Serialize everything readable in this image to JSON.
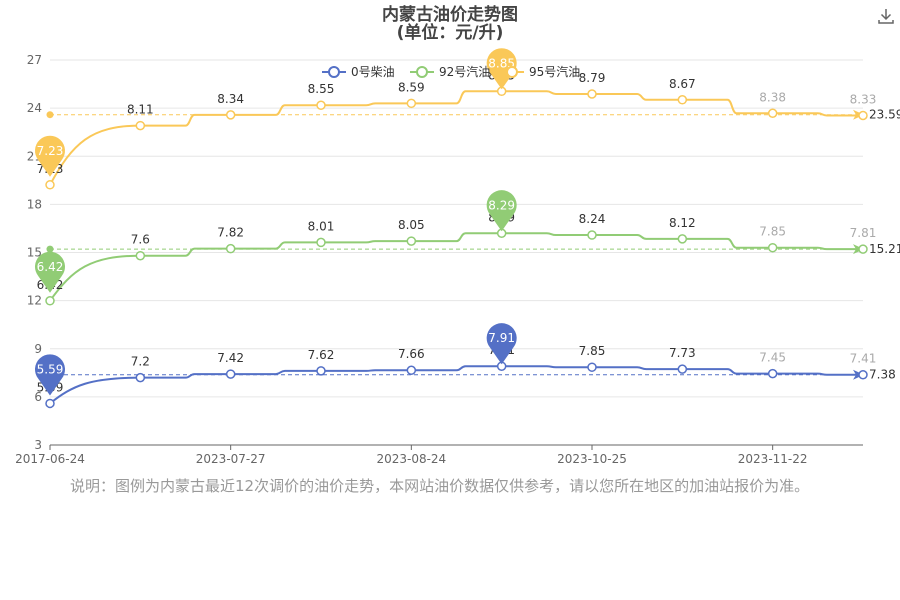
{
  "title_line1": "内蒙古油价走势图",
  "title_line2": "(单位：元/升)",
  "note": "说明：图例为内蒙古最近12次调价的油价走势，本网站油价数据仅供参考，请以您所在地区的加油站报价为准。",
  "download_icon": "download-icon",
  "chart_data": {
    "type": "line",
    "title": "内蒙古油价走势图",
    "subtitle": "(单位：元/升)",
    "ylim": [
      3,
      27
    ],
    "y_ticks": [
      3,
      6,
      9,
      12,
      15,
      18,
      21,
      24,
      27
    ],
    "x_tick_labels": [
      "2017-06-24",
      "2023-07-27",
      "2023-08-24",
      "2023-10-25",
      "2023-11-22"
    ],
    "x_tick_label_positions": [
      0,
      2,
      4,
      6,
      8
    ],
    "grid": "horizontal",
    "legend_position": "top-center",
    "num_points": 10,
    "series": [
      {
        "name": "0号柴油",
        "color": "#5470c6",
        "values": [
          5.59,
          7.2,
          7.42,
          7.62,
          7.66,
          7.91,
          7.85,
          7.73,
          7.45,
          7.41
        ],
        "plotted": [
          5.59,
          7.2,
          7.42,
          7.62,
          7.66,
          7.91,
          7.85,
          7.73,
          7.45,
          7.38
        ],
        "max_pin": "7.91",
        "min_pin": "5.59",
        "average_line": 7.38,
        "average_label": "7.38"
      },
      {
        "name": "92号汽油",
        "color": "#91cc75",
        "values": [
          6.42,
          7.6,
          7.82,
          8.01,
          8.05,
          8.29,
          8.24,
          8.12,
          7.85,
          7.81
        ],
        "plotted": [
          11.99,
          14.8,
          15.24,
          15.63,
          15.71,
          16.2,
          16.09,
          15.85,
          15.3,
          15.21
        ],
        "max_pin": "8.29",
        "min_pin": "6.42",
        "average_line": 15.21,
        "average_label": "15.21"
      },
      {
        "name": "95号汽油",
        "color": "#fac858",
        "values": [
          7.23,
          8.11,
          8.34,
          8.55,
          8.59,
          8.85,
          8.79,
          8.67,
          8.38,
          8.33
        ],
        "plotted": [
          19.22,
          22.91,
          23.58,
          24.18,
          24.3,
          25.05,
          24.88,
          24.52,
          23.68,
          23.54
        ],
        "max_pin": "8.85",
        "min_pin": "7.23",
        "average_line": 23.59,
        "average_label": "23.59"
      }
    ]
  }
}
